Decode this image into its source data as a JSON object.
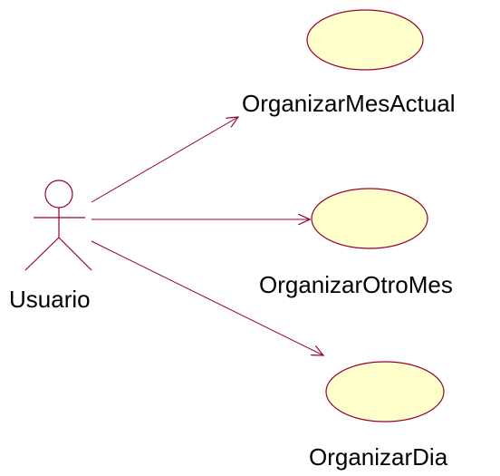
{
  "actor": {
    "name": "Usuario"
  },
  "use_cases": [
    {
      "name": "OrganizarMesActual"
    },
    {
      "name": "OrganizarOtroMes"
    },
    {
      "name": "OrganizarDia"
    }
  ],
  "colors": {
    "association_line": "#990033",
    "actor_line": "#990033",
    "use_case_fill": "#FFFFCC",
    "use_case_stroke": "#990033",
    "text": "#000000"
  }
}
